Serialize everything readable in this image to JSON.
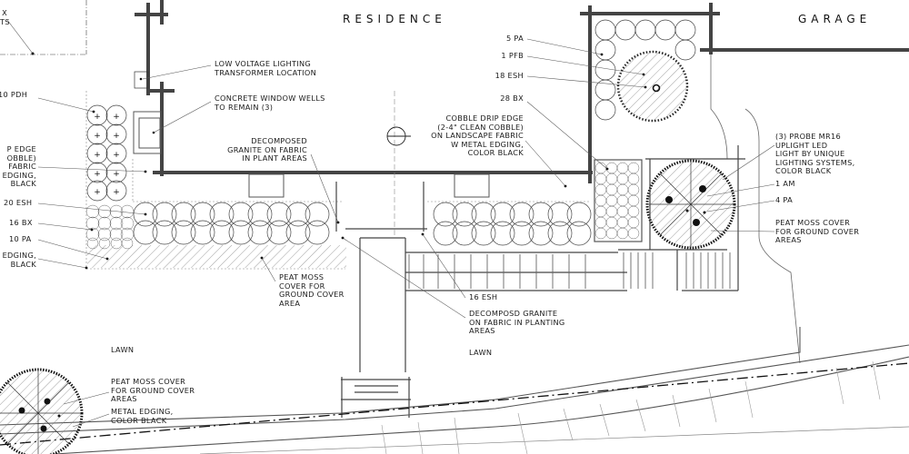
{
  "titles": {
    "residence": "RESIDENCE",
    "garage": "GARAGE"
  },
  "labels": {
    "top_left_partial": "X\nTS",
    "pdh": "10 PDH",
    "drip_edge_left": "P EDGE\nOBBLE)\nFABRIC\nEDGING,\nBLACK",
    "esh20": "20 ESH",
    "bx16": "16 BX",
    "pa10": "10 PA",
    "edging_left": "EDGING,\nBLACK",
    "transformer": "LOW VOLTAGE LIGHTING\nTRANSFORMER LOCATION",
    "window_wells": "CONCRETE WINDOW WELLS\nTO REMAIN (3)",
    "dg_plant": "DECOMPOSED\nGRANITE ON FABRIC\nIN PLANT AREAS",
    "pa5": "5 PA",
    "pfb1": "1 PFB",
    "esh18": "18 ESH",
    "bx28": "28 BX",
    "cobble": "COBBLE DRIP EDGE\n(2-4\" CLEAN COBBLE)\nON LANDSCAPE FABRIC\nW METAL EDGING,\nCOLOR BLACK",
    "probe": "(3) PROBE MR16\nUPLIGHT LED\nLIGHT BY UNIQUE\nLIGHTING SYSTEMS,\nCOLOR BLACK",
    "am1": "1 AM",
    "pa4": "4 PA",
    "peat_right": "PEAT MOSS COVER\nFOR GROUND COVER\nAREAS",
    "peat_mid": "PEAT MOSS\nCOVER FOR\nGROUND COVER\nAREA",
    "esh16": "16 ESH",
    "dg_planting": "DECOMPOSD GRANITE\nON FABRIC IN PLANTING\nAREAS",
    "lawn_left": "LAWN",
    "lawn_mid": "LAWN",
    "peat_bottom": "PEAT MOSS COVER\nFOR GROUND COVER\nAREAS",
    "metal_edging": "METAL EDGING,\nCOLOR BLACK"
  },
  "colors": {
    "ink": "#1a1a1a",
    "wall": "#444444",
    "thin": "#555555",
    "paper": "#ffffff"
  }
}
